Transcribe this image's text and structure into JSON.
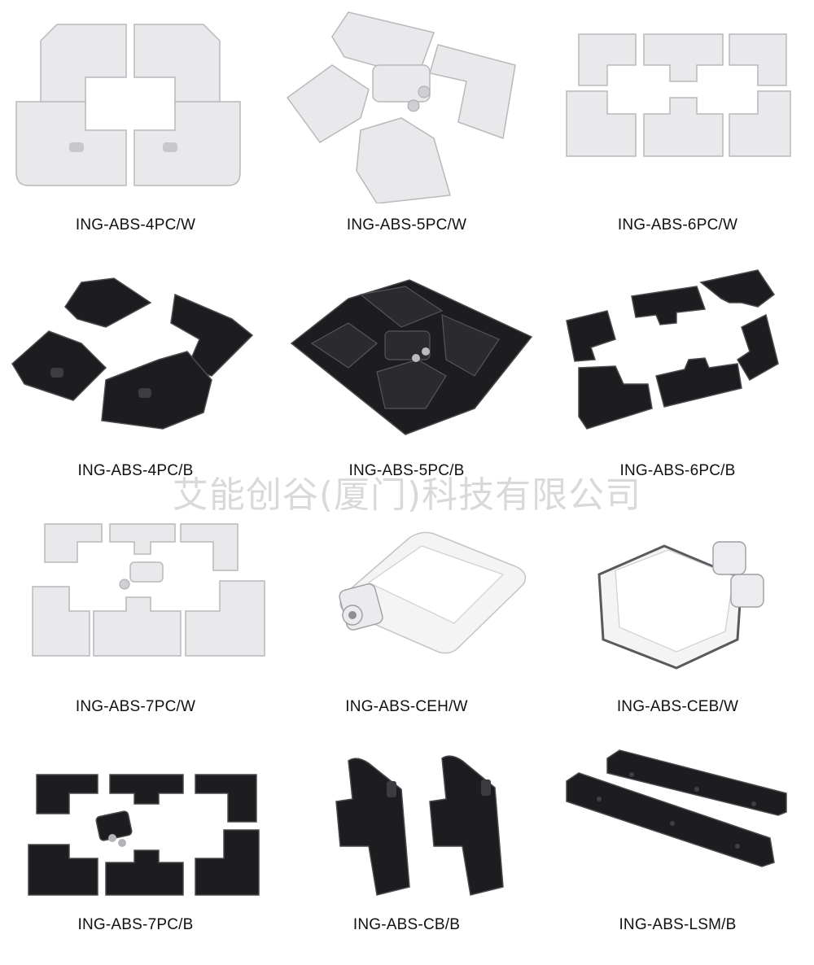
{
  "products": [
    {
      "code": "ING-ABS-4PC/W",
      "color": "#e9e9eb"
    },
    {
      "code": "ING-ABS-5PC/W",
      "color": "#e9e9eb"
    },
    {
      "code": "ING-ABS-6PC/W",
      "color": "#e9e9eb"
    },
    {
      "code": "ING-ABS-4PC/B",
      "color": "#1d1d1f"
    },
    {
      "code": "ING-ABS-5PC/B",
      "color": "#1d1d1f"
    },
    {
      "code": "ING-ABS-6PC/B",
      "color": "#1d1d1f"
    },
    {
      "code": "ING-ABS-7PC/W",
      "color": "#e9e9eb"
    },
    {
      "code": "ING-ABS-CEH/W",
      "color": "#f2f2f2"
    },
    {
      "code": "ING-ABS-CEB/W",
      "color": "#f2f2f2"
    },
    {
      "code": "ING-ABS-7PC/B",
      "color": "#1d1d1f"
    },
    {
      "code": "ING-ABS-CB/B",
      "color": "#1d1d1f"
    },
    {
      "code": "ING-ABS-LSM/B",
      "color": "#1d1d1f"
    }
  ],
  "watermark": "艾能创谷(厦门)科技有限公司"
}
